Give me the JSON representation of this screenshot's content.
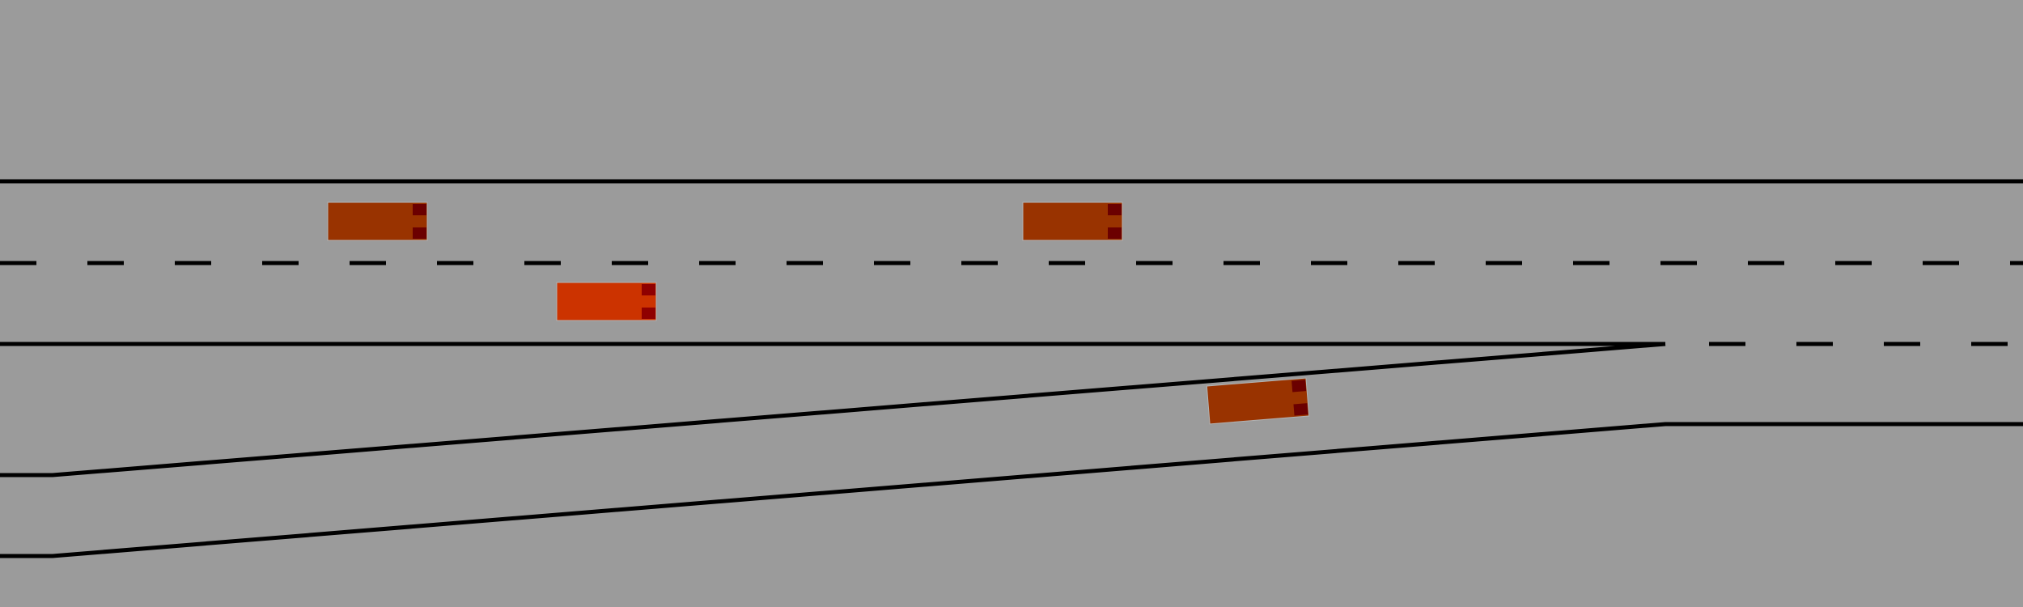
{
  "scene": {
    "background_color": "#9b9b9b",
    "line_color": "#000000",
    "type": "highway-merge-simulation",
    "vehicles": [
      {
        "role": "other",
        "color": "#993300",
        "light_color": "#6b0000"
      },
      {
        "role": "other",
        "color": "#993300",
        "light_color": "#6b0000"
      },
      {
        "role": "ego",
        "color": "#cc3300",
        "light_color": "#8f0000"
      },
      {
        "role": "merging",
        "color": "#993300",
        "light_color": "#6b0000"
      }
    ]
  }
}
